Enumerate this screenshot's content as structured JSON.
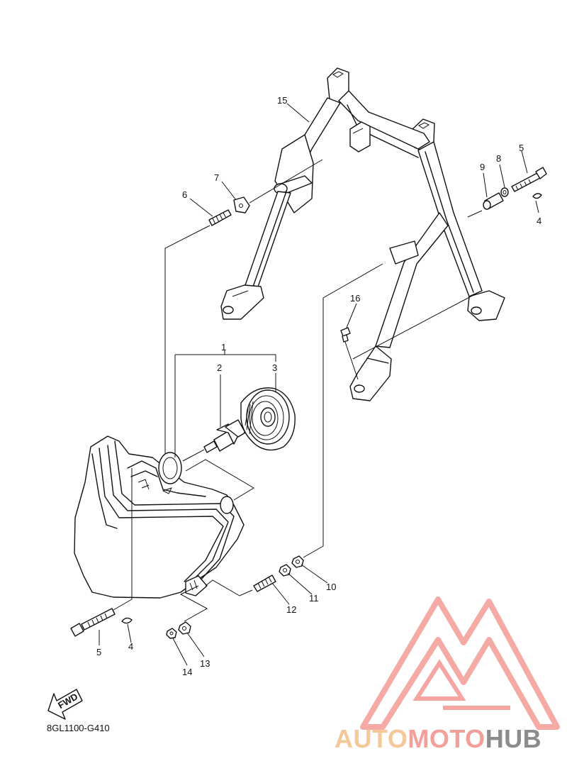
{
  "diagram": {
    "code": "8GL1100-G410",
    "fwd_label": "FWD",
    "callouts": {
      "c1": "1",
      "c2": "2",
      "c3": "3",
      "c4a": "4",
      "c4b": "4",
      "c5a": "5",
      "c5b": "5",
      "c6": "6",
      "c7": "7",
      "c8": "8",
      "c9": "9",
      "c10": "10",
      "c11": "11",
      "c12": "12",
      "c13": "13",
      "c14": "14",
      "c15": "15",
      "c16": "16"
    }
  },
  "watermark": {
    "part1": "AUTO",
    "part2": "MOTO",
    "part3": "HUB",
    "colors": {
      "auto": "#f5c89a",
      "moto": "#f4a09a",
      "hub": "#8c8c8c",
      "logo": "#f6a5a0"
    }
  }
}
